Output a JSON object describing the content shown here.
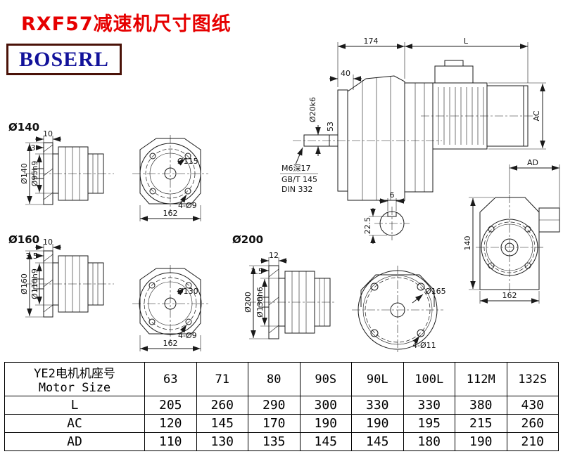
{
  "header": {
    "title": "RXF57减速机尺寸图纸",
    "logo": "BOSERL"
  },
  "drawing": {
    "view140": {
      "section_label": "Ø140",
      "dim_10": "10",
      "dim_3": "3",
      "dim_outer": "Ø140",
      "dim_hub": "Ø95h9"
    },
    "flange115": {
      "bolt_circle": "Ø115",
      "holes": "4-Ø9",
      "width": "162"
    },
    "main": {
      "dim_174": "174",
      "dim_L": "L",
      "dim_40": "40",
      "shaft": "Ø20k6",
      "dim_53": "53",
      "dim_AC": "AC",
      "thread": "M6深17",
      "std_gb": "GB/T 145",
      "std_din": "DIN 332",
      "key_width": "6",
      "key_depth": "22.5"
    },
    "sideview": {
      "dim_AD": "AD",
      "dim_140": "140",
      "dim_162": "162"
    },
    "view160": {
      "section_label": "Ø160",
      "dim_10": "10",
      "dim_35": "3.5",
      "dim_outer": "Ø160",
      "dim_hub": "Ø110h9"
    },
    "flange130": {
      "bolt_circle": "Ø130",
      "holes": "4-Ø9",
      "width": "162"
    },
    "view200": {
      "section_label": "Ø200",
      "dim_12": "12",
      "dim_35": "3.5",
      "dim_outer": "Ø200",
      "dim_hub": "Ø130h6"
    },
    "flange165": {
      "bolt_circle": "Ø165",
      "holes": "4-Ø11"
    }
  },
  "table": {
    "header": {
      "label_cn": "YE2电机机座号",
      "label_en": "Motor Size",
      "sizes": [
        "63",
        "71",
        "80",
        "90S",
        "90L",
        "100L",
        "112M",
        "132S"
      ]
    },
    "rows": [
      {
        "label": "L",
        "values": [
          "205",
          "260",
          "290",
          "300",
          "330",
          "330",
          "380",
          "430"
        ]
      },
      {
        "label": "AC",
        "values": [
          "120",
          "145",
          "170",
          "190",
          "190",
          "195",
          "215",
          "260"
        ]
      },
      {
        "label": "AD",
        "values": [
          "110",
          "130",
          "135",
          "145",
          "145",
          "180",
          "190",
          "210"
        ]
      }
    ]
  }
}
